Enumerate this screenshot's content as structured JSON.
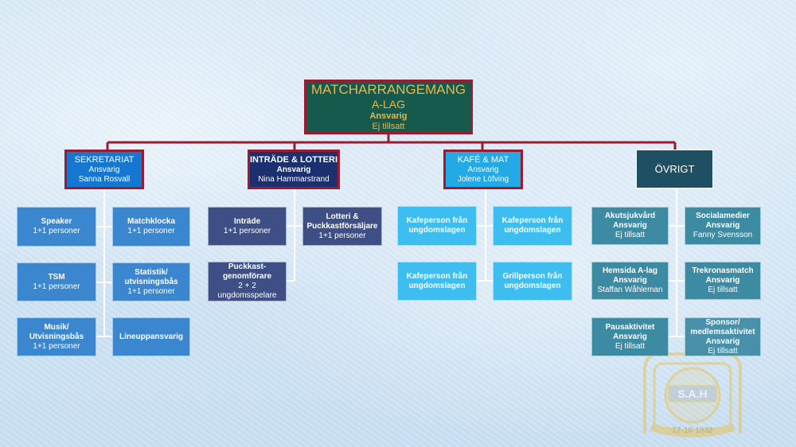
{
  "root": {
    "title": "MATCHARRANGEMANG",
    "subtitle": "A-LAG",
    "role": "Ansvarig",
    "person": "Ej tillsatt"
  },
  "sections": {
    "sekretariat": {
      "title": "SEKRETARIAT",
      "role": "Ansvarig",
      "person": "Sanna Rosvall"
    },
    "intrade": {
      "title": "INTRÄDE & LOTTERI",
      "role": "Ansvarig",
      "person": "Nina Hammarstrand"
    },
    "kafe": {
      "title": "KAFÉ & MAT",
      "role": "Ansvarig",
      "person": "Jolene Löfving"
    },
    "ovrigt": {
      "title": "ÖVRIGT"
    }
  },
  "nodes": {
    "speaker": {
      "title": "Speaker",
      "detail": "1+1 personer"
    },
    "matchklocka": {
      "title": "Matchklocka",
      "detail": "1+1 personer"
    },
    "tsm": {
      "title": "TSM",
      "detail": "1+1 personer"
    },
    "statistik": {
      "title1": "Statistik/",
      "title2": "utvisningsbås",
      "detail": "1+1 personer"
    },
    "musik": {
      "title1": "Musik/",
      "title2": "Utvisningsbås",
      "detail": "1+1 personer"
    },
    "lineup": {
      "title": "Lineuppansvarig"
    },
    "intrade_node": {
      "title": "Inträde",
      "detail": "1+1 personer"
    },
    "lotteri": {
      "title1": "Lotteri &",
      "title2": "Puckkastförsäljare",
      "detail": "1+1 personer"
    },
    "puckkast": {
      "title1": "Puckkast-",
      "title2": "genomförare",
      "detail1": "2 + 2",
      "detail2": "ungdomsspelare"
    },
    "kafe1": {
      "title1": "Kafeperson från",
      "title2": "ungdomslagen"
    },
    "kafe2": {
      "title1": "Kafeperson från",
      "title2": "ungdomslagen"
    },
    "kafe3": {
      "title1": "Kafeperson från",
      "title2": "ungdomslagen"
    },
    "grill": {
      "title1": "Grillperson från",
      "title2": "ungdomslagen"
    },
    "akutsjukvard": {
      "title": "Akutsjukvård",
      "role": "Ansvarig",
      "person": "Ej tillsatt"
    },
    "socialamedier": {
      "title": "Socialamedier",
      "role": "Ansvarig",
      "person": "Fanny Svensson"
    },
    "hemsida": {
      "title": "Hemsida A-lag",
      "role": "Ansvarig",
      "person": "Staffan Wåhleman"
    },
    "trekronasmatch": {
      "title": "Trekronasmatch",
      "role": "Ansvarig",
      "person": "Ej tillsatt"
    },
    "pausaktivitet": {
      "title": "Pausaktivitet",
      "role": "Ansvarig",
      "person": "Ej tillsatt"
    },
    "sponsor": {
      "title1": "Sponsor/",
      "title2": "medlemsaktivitet",
      "role": "Ansvarig",
      "person": "Ej tillsatt"
    }
  },
  "seal": {
    "initials": "S.A.H",
    "date": "17·10·1932"
  },
  "colors": {
    "line": "#9b1b30",
    "connector": "#ffffff",
    "root_bg": "#165a4e",
    "gold": "#e9b84a"
  }
}
